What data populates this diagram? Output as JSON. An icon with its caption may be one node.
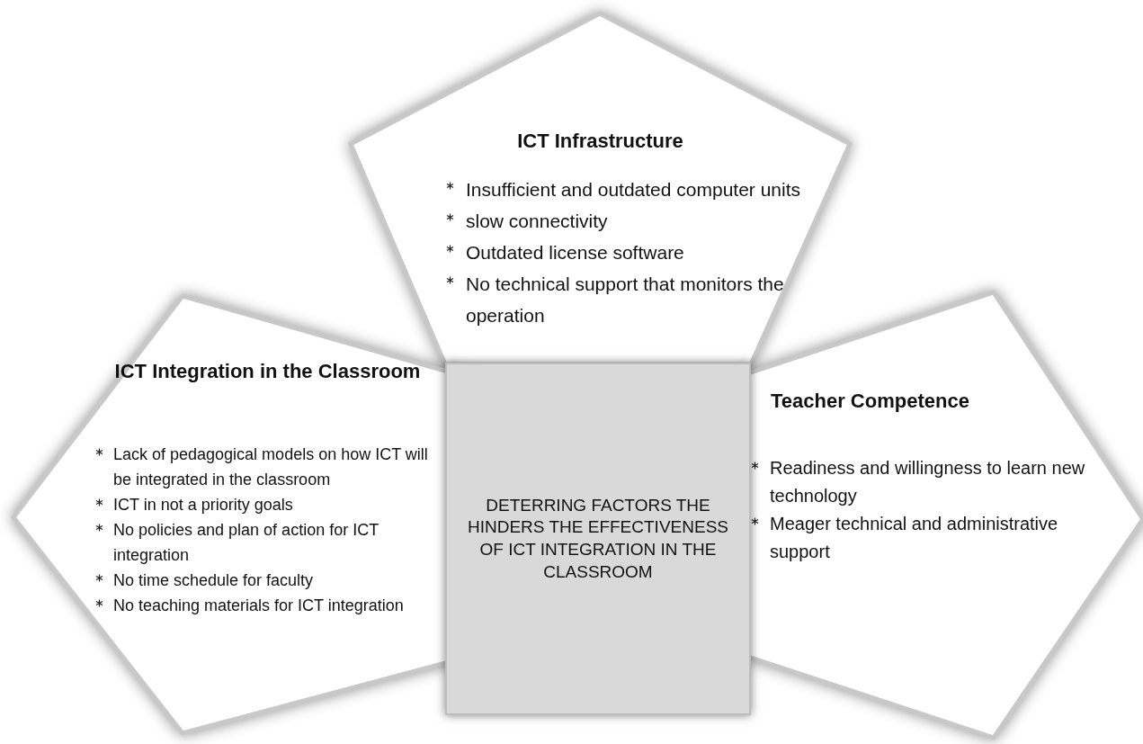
{
  "diagram": {
    "nodes": [
      {
        "text": [
          "ICT Infrastructure",
          "Insufficient and outdated computer units",
          "slow connectivity",
          "Outdated license software",
          "No technical support that monitors the operation"
        ]
      },
      {
        "text": [
          "ICT Integration in the Classroom",
          "Lack of pedagogical models on how ICT will be integrated in the classroom",
          "ICT in not a priority goals",
          "No policies and plan of action for ICT integration",
          "No time schedule for faculty",
          "No teaching materials for ICT integration"
        ]
      },
      {
        "text": [
          "DETERRING FACTORS THE HINDERS THE EFFECTIVENESS OF ICT INTEGRATION IN THE CLASSROOM"
        ]
      },
      {
        "text": [
          "Teacher Competence",
          "Readiness and willingness to learn new technology",
          "Meager technical and administrative support"
        ]
      }
    ]
  }
}
